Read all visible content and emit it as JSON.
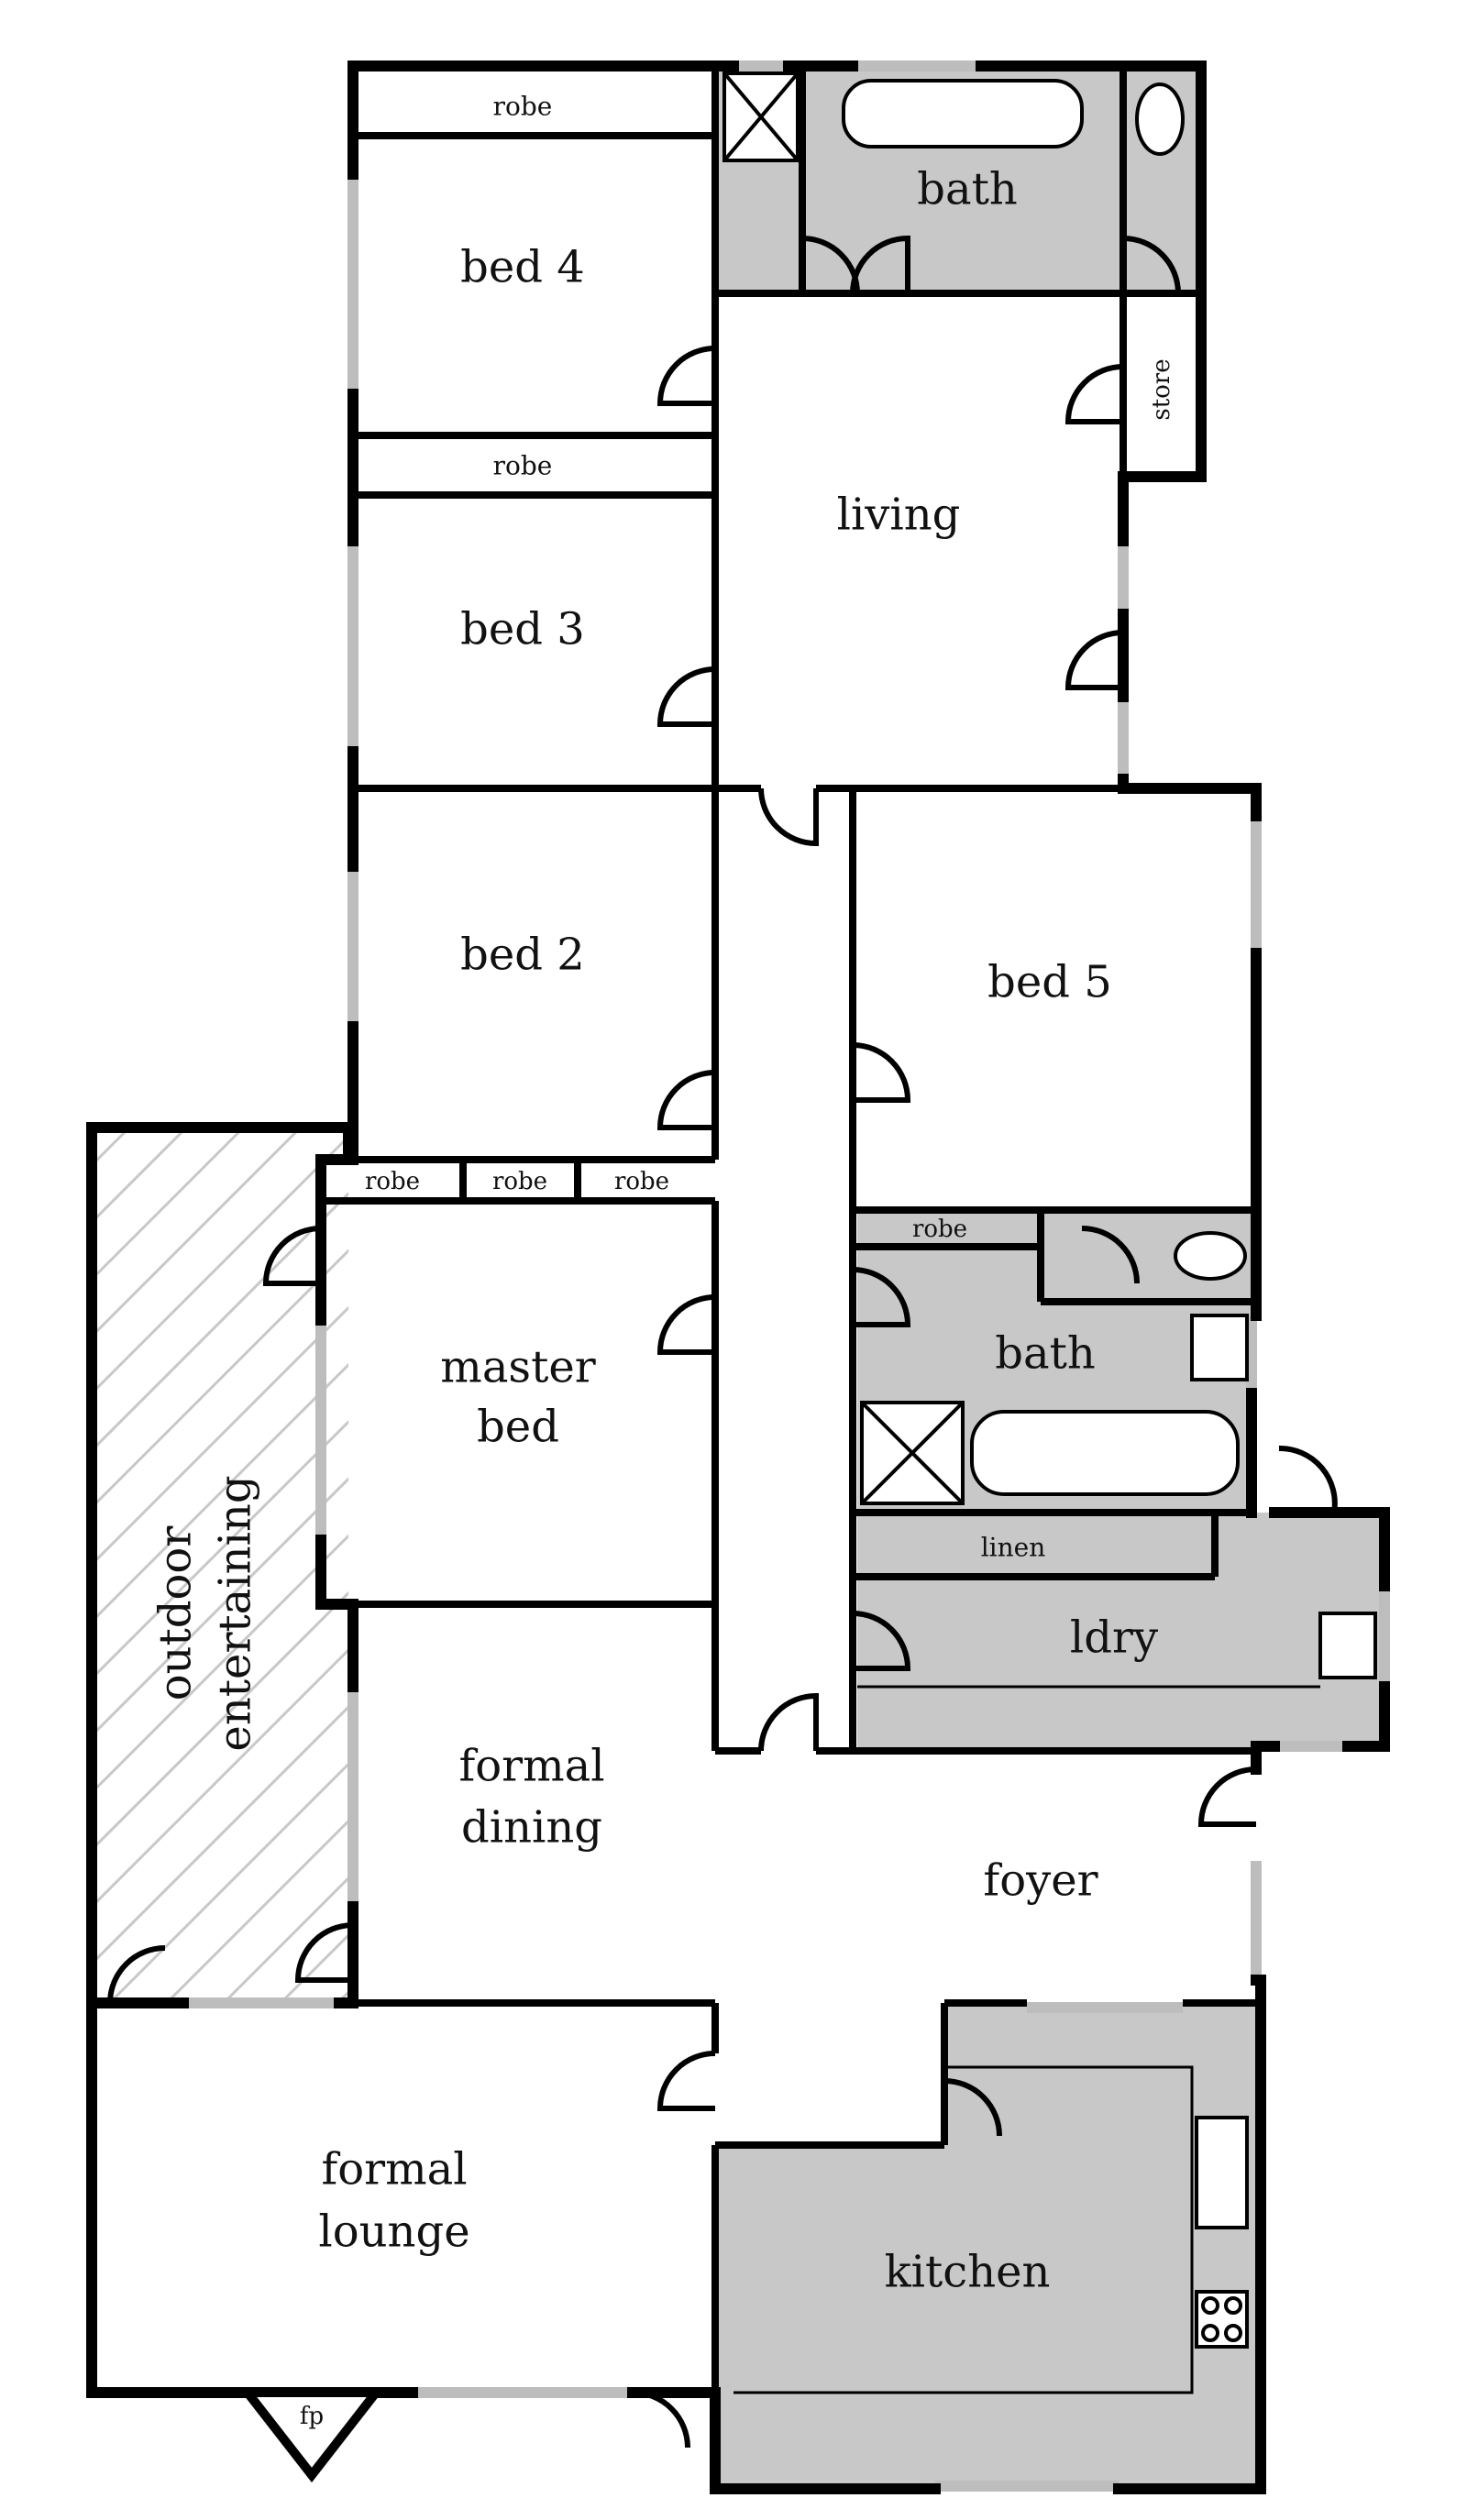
{
  "colors": {
    "wall": "#000000",
    "wet_area": "#c8c8c8",
    "window": "#bdbdbd",
    "background": "#ffffff",
    "hatch": "#c8c8c8"
  },
  "rooms": {
    "bed4": "bed 4",
    "bed3": "bed 3",
    "bed2": "bed 2",
    "bed5": "bed 5",
    "living": "living",
    "bath_top": "bath",
    "bath_mid": "bath",
    "store": "store",
    "robe_bed4": "robe",
    "robe_bed3": "robe",
    "robe_master_1": "robe",
    "robe_master_2": "robe",
    "robe_master_3": "robe",
    "robe_bed5": "robe",
    "master_line1": "master",
    "master_line2": "bed",
    "outdoor_line1": "outdoor",
    "outdoor_line2": "entertaining",
    "linen": "linen",
    "ldry": "ldry",
    "dining_line1": "formal",
    "dining_line2": "dining",
    "foyer": "foyer",
    "lounge_line1": "formal",
    "lounge_line2": "lounge",
    "kitchen": "kitchen",
    "fp": "fp"
  }
}
